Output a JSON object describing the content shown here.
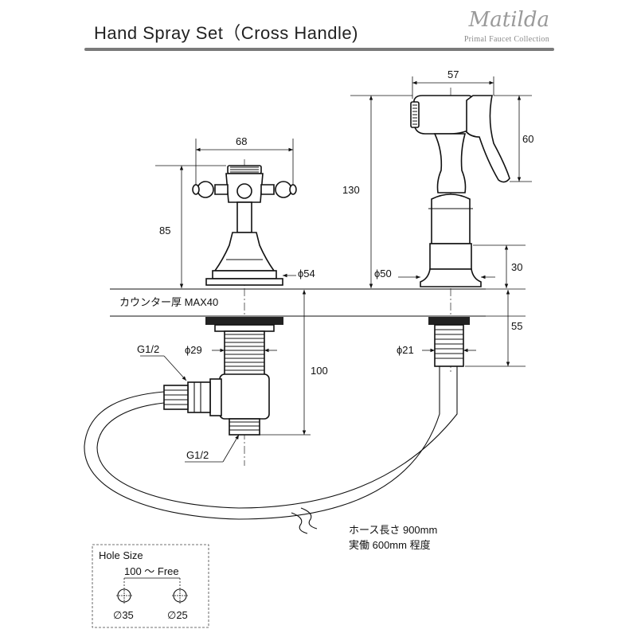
{
  "header": {
    "title": "Hand Spray Set（Cross Handle)",
    "brand_name": "Matilda",
    "brand_tagline": "Primal Faucet Collection"
  },
  "dimensions": {
    "valve_width": "68",
    "valve_height": "85",
    "valve_base_dia": "ϕ54",
    "body_thread_dia": "ϕ29",
    "shank_length": "100",
    "inlet_thread": "G1/2",
    "outlet_thread": "G1/2",
    "sprayer_width": "57",
    "sprayer_total_height": "130",
    "sprayer_head_height": "60",
    "sprayer_base_height": "30",
    "sprayer_base_dia": "ϕ50",
    "sprayer_shank_length": "55",
    "sprayer_thread_dia": "ϕ21"
  },
  "notes": {
    "counter_thickness": "カウンター厚 MAX40",
    "hose_length": "ホース長さ 900mm",
    "hose_effective": "実働 600mm 程度"
  },
  "hole_size": {
    "title": "Hole Size",
    "spacing": "100 〜 Free",
    "hole_a": "∅35",
    "hole_b": "∅25"
  }
}
